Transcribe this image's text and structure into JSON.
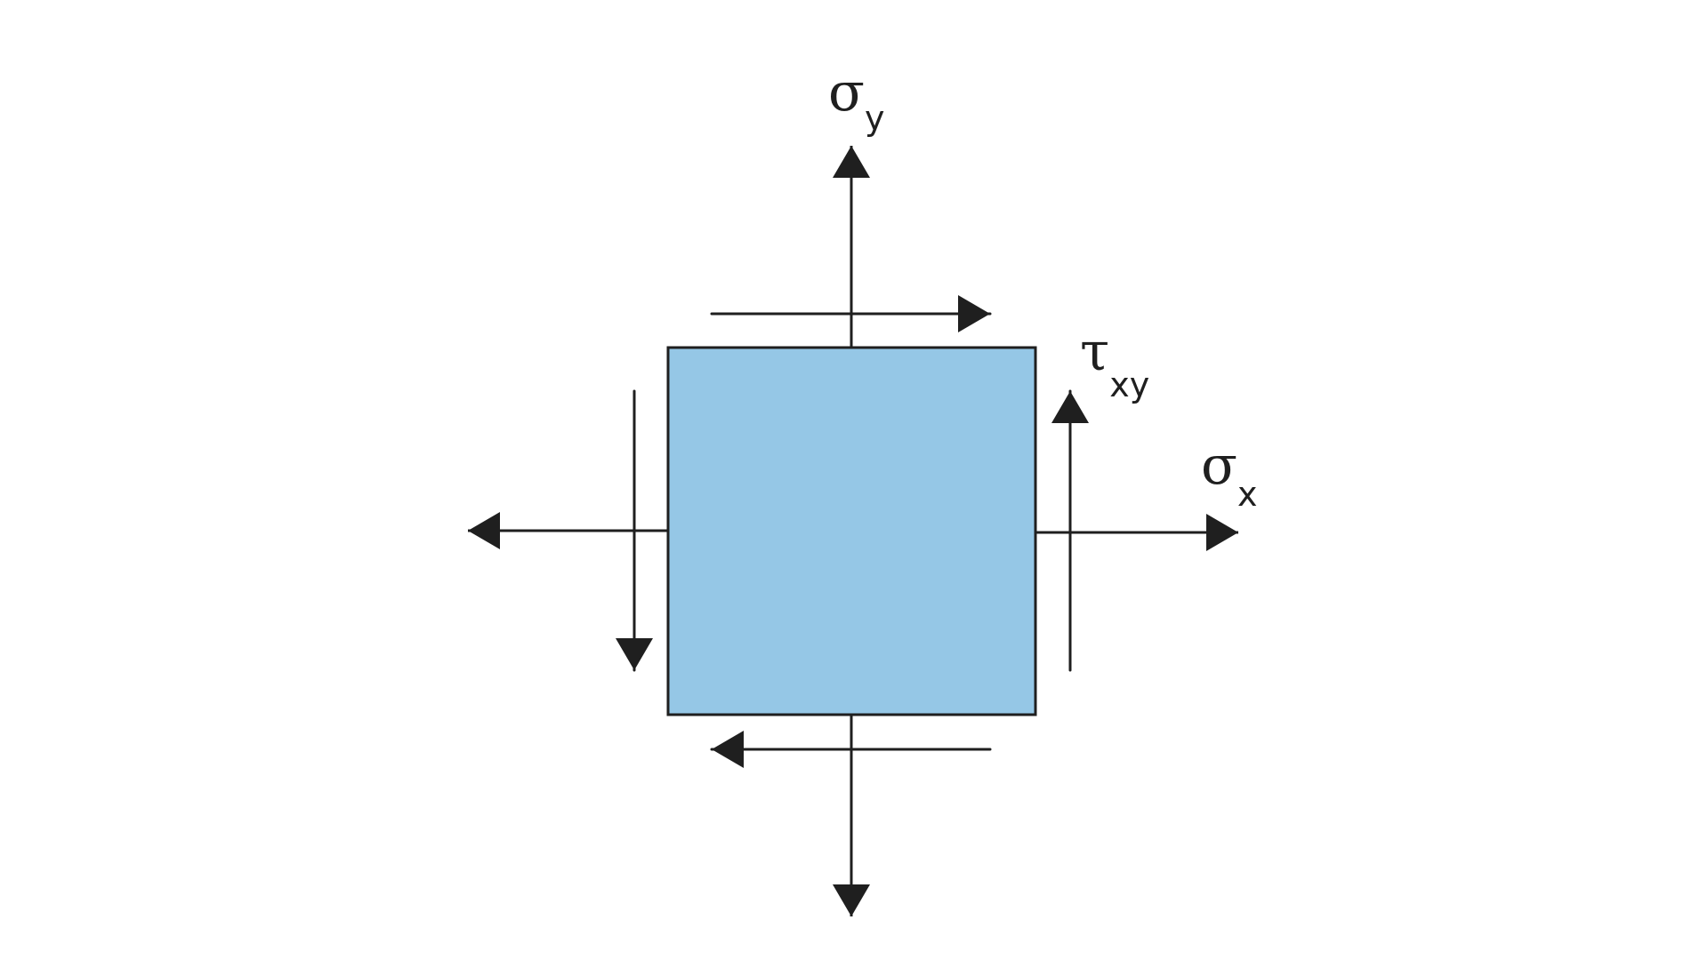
{
  "diagram": {
    "colors": {
      "element_fill": "#95c7e6",
      "line": "#1f1f1f",
      "background": "#ffffff"
    },
    "labels": {
      "sigma_y": {
        "symbol": "σ",
        "subscript": "y"
      },
      "tau_xy": {
        "symbol": "τ",
        "subscript": "xy"
      },
      "sigma_x": {
        "symbol": "σ",
        "subscript": "x"
      }
    }
  }
}
